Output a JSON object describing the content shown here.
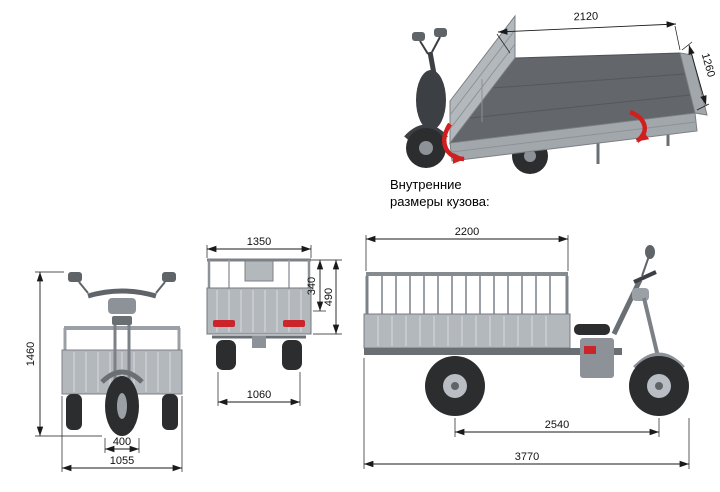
{
  "photo_view": {
    "dim_bed_length": "2120",
    "dim_bed_width": "1260",
    "caption_line1": "Внутренние",
    "caption_line2": "размеры кузова:"
  },
  "front_view": {
    "dim_height": "1460",
    "dim_wheel_width": "400",
    "dim_overall_width": "1055"
  },
  "rear_view": {
    "dim_top_width": "1350",
    "dim_tailgate_height": "340",
    "dim_side_height": "490",
    "dim_inner_width": "1060"
  },
  "side_view": {
    "dim_bed_length": "2200",
    "dim_wheelbase": "2540",
    "dim_overall_length": "3770"
  },
  "colors": {
    "dimension_line": "#1a1a1a",
    "body_grey": "#b3b8bd",
    "frame_grey": "#6a6f74",
    "tire_black": "#2b2d2f",
    "accent_red": "#d11f1f",
    "taillight_red": "#c9252b"
  }
}
